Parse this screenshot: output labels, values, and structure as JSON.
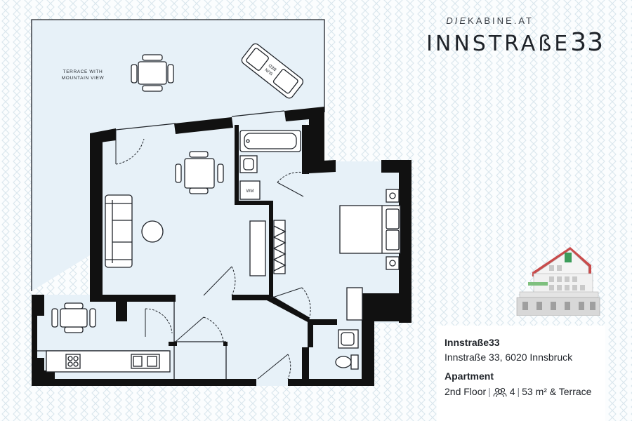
{
  "brand": {
    "site_prefix": "DIE",
    "site_suffix": "KABINE.AT",
    "title_text": "INNSTRAßE",
    "title_number": "33"
  },
  "plan": {
    "terrace_label_line1": "TERRACE WITH",
    "terrace_label_line2": "MOUNTAIN VIEW",
    "sun_bed_line1": "SUN",
    "sun_bed_line2": "BED",
    "washing_machine_label": "WM"
  },
  "info": {
    "title": "Innstraße33",
    "address": "Innstraße 33, 6020 Innsbruck",
    "type": "Apartment",
    "floor": "2nd Floor",
    "guests": "4",
    "size": "53 m² & Terrace"
  },
  "colors": {
    "room_fill": "#e7f1f8",
    "wall": "#111111",
    "line": "#1f2329"
  },
  "icons": {
    "guests": "people-icon",
    "house": "building-illustration"
  }
}
